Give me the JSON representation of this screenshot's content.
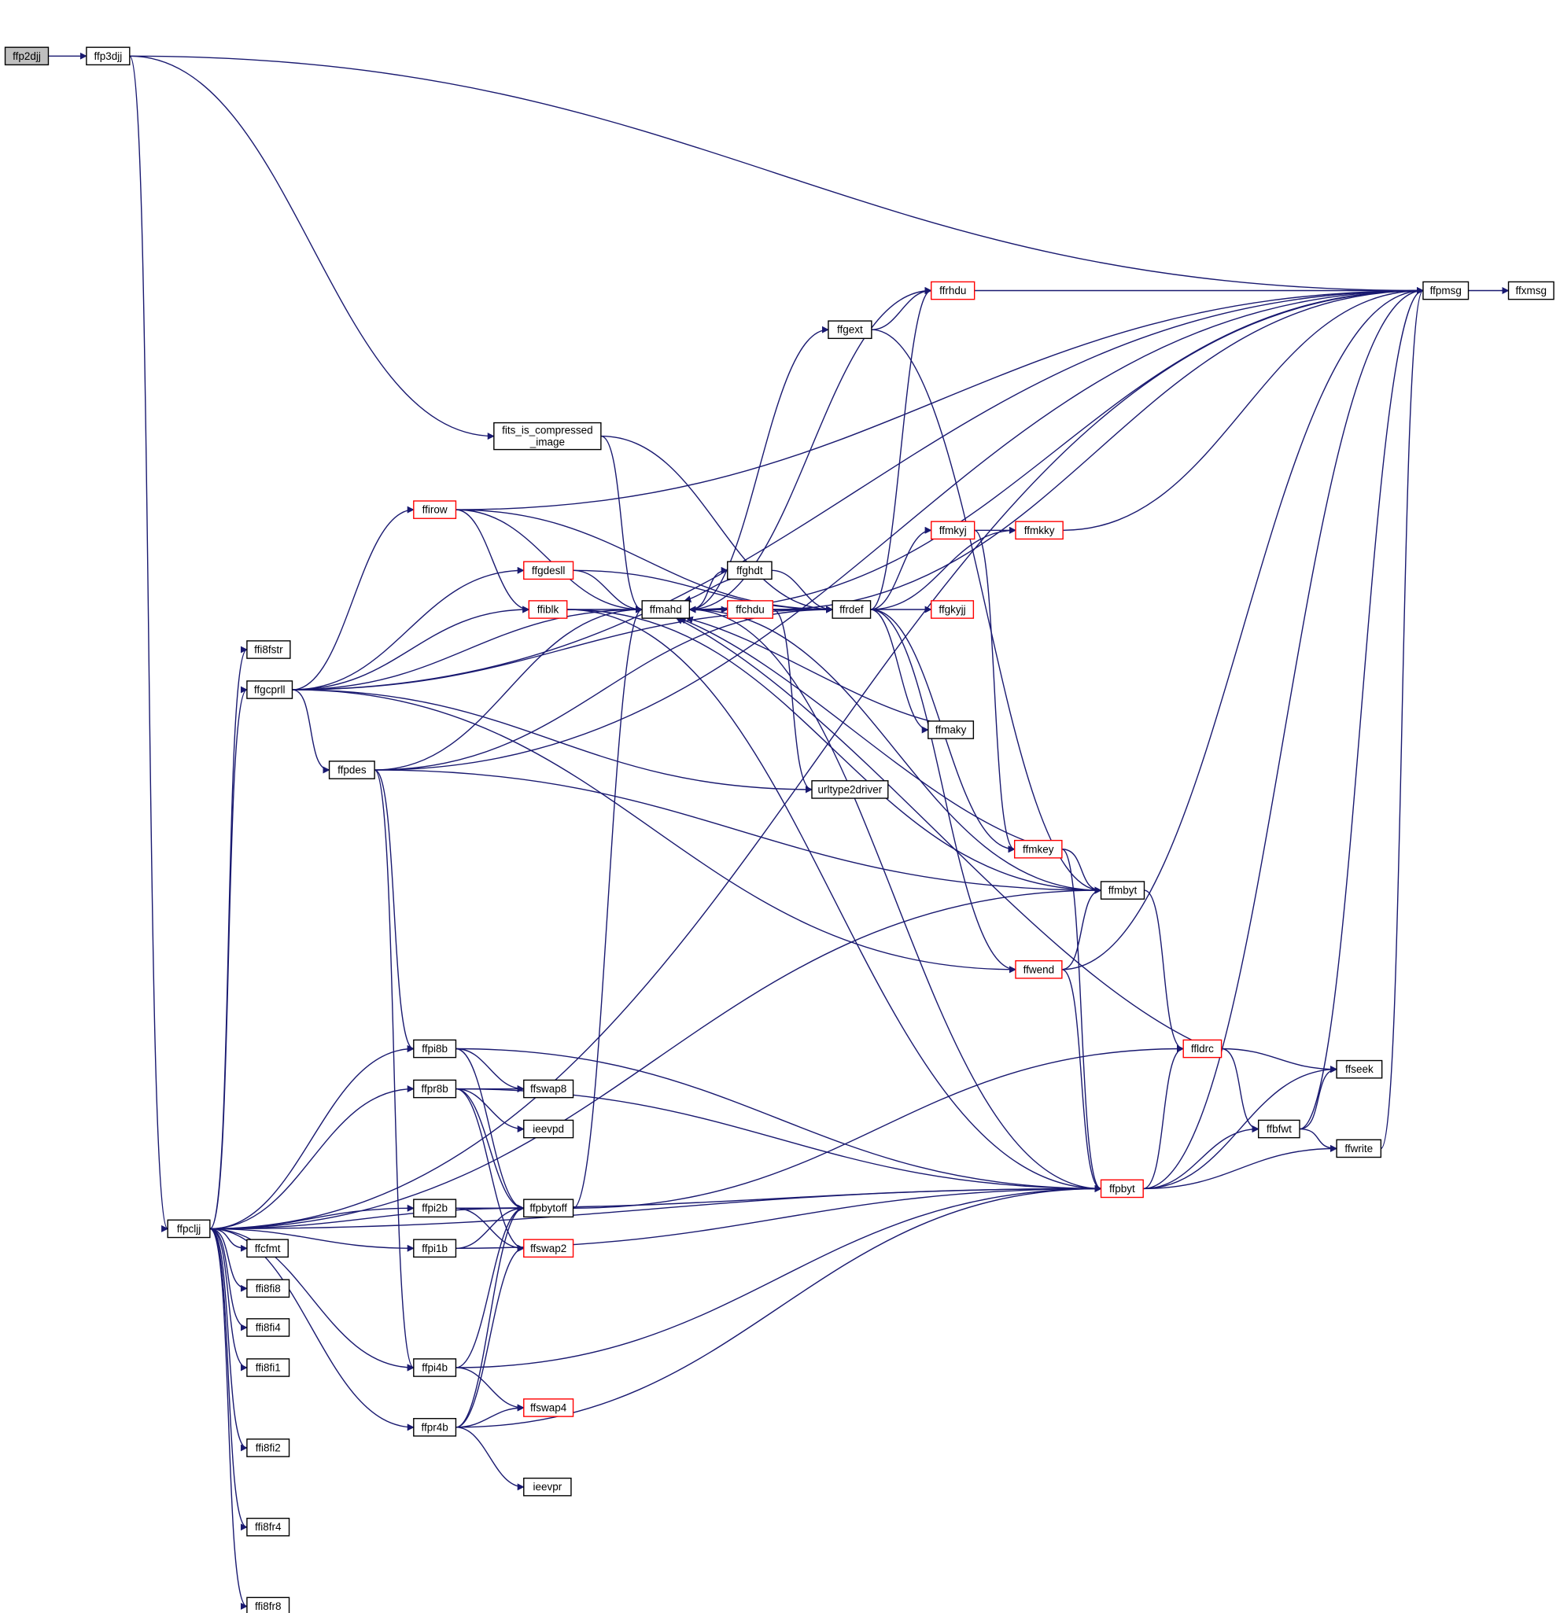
{
  "colors": {
    "edge": "#191970",
    "node_border": "#000000",
    "node_border_highlight": "#ff0000",
    "root_fill": "#bfbfbf",
    "background": "#ffffff"
  },
  "nodes": [
    {
      "id": "ffp2djj",
      "label": "ffp2djj",
      "root": true
    },
    {
      "id": "ffp3djj",
      "label": "ffp3djj"
    },
    {
      "id": "ffpmsg",
      "label": "ffpmsg"
    },
    {
      "id": "ffxmsg",
      "label": "ffxmsg"
    },
    {
      "id": "ffrhdu",
      "label": "ffrhdu",
      "highlight": true
    },
    {
      "id": "ffgext",
      "label": "ffgext"
    },
    {
      "id": "fits_is_compressed_image",
      "label": "fits_is_compressed",
      "label2": "_image"
    },
    {
      "id": "ffirow",
      "label": "ffirow",
      "highlight": true
    },
    {
      "id": "ffmkyj",
      "label": "ffmkyj",
      "highlight": true
    },
    {
      "id": "ffmkky",
      "label": "ffmkky",
      "highlight": true
    },
    {
      "id": "ffgdesll",
      "label": "ffgdesll",
      "highlight": true
    },
    {
      "id": "ffghdt",
      "label": "ffghdt"
    },
    {
      "id": "ffiblk",
      "label": "ffiblk",
      "highlight": true
    },
    {
      "id": "ffmahd",
      "label": "ffmahd"
    },
    {
      "id": "ffchdu",
      "label": "ffchdu",
      "highlight": true
    },
    {
      "id": "ffrdef",
      "label": "ffrdef"
    },
    {
      "id": "ffgkyjj",
      "label": "ffgkyjj",
      "highlight": true
    },
    {
      "id": "ffi8fstr",
      "label": "ffi8fstr"
    },
    {
      "id": "ffgcprll",
      "label": "ffgcprll"
    },
    {
      "id": "ffmaky",
      "label": "ffmaky"
    },
    {
      "id": "ffpdes",
      "label": "ffpdes"
    },
    {
      "id": "urltype2driver",
      "label": "urltype2driver"
    },
    {
      "id": "ffmkey",
      "label": "ffmkey",
      "highlight": true
    },
    {
      "id": "ffmbyt",
      "label": "ffmbyt"
    },
    {
      "id": "ffwend",
      "label": "ffwend",
      "highlight": true
    },
    {
      "id": "ffldrc",
      "label": "ffldrc",
      "highlight": true
    },
    {
      "id": "ffseek",
      "label": "ffseek"
    },
    {
      "id": "ffpi8b",
      "label": "ffpi8b"
    },
    {
      "id": "ffswap8",
      "label": "ffswap8"
    },
    {
      "id": "ffpr8b",
      "label": "ffpr8b"
    },
    {
      "id": "ieevpd",
      "label": "ieevpd"
    },
    {
      "id": "ffbfwt",
      "label": "ffbfwt"
    },
    {
      "id": "ffwrite",
      "label": "ffwrite"
    },
    {
      "id": "ffpbyt",
      "label": "ffpbyt",
      "highlight": true
    },
    {
      "id": "ffpi2b",
      "label": "ffpi2b"
    },
    {
      "id": "ffpbytoff",
      "label": "ffpbytoff"
    },
    {
      "id": "ffpclj",
      "label": "ffpcljj"
    },
    {
      "id": "ffcfmt",
      "label": "ffcfmt"
    },
    {
      "id": "ffpi1b",
      "label": "ffpi1b"
    },
    {
      "id": "ffswap2",
      "label": "ffswap2",
      "highlight": true
    },
    {
      "id": "ffi8fi8",
      "label": "ffi8fi8"
    },
    {
      "id": "ffi8fi4",
      "label": "ffi8fi4"
    },
    {
      "id": "ffi8fi1",
      "label": "ffi8fi1"
    },
    {
      "id": "ffpi4b",
      "label": "ffpi4b"
    },
    {
      "id": "ffswap4",
      "label": "ffswap4",
      "highlight": true
    },
    {
      "id": "ffpr4b",
      "label": "ffpr4b"
    },
    {
      "id": "ffi8fi2",
      "label": "ffi8fi2"
    },
    {
      "id": "ieevpr",
      "label": "ieevpr"
    },
    {
      "id": "ffi8fr4",
      "label": "ffi8fr4"
    },
    {
      "id": "ffi8fr8",
      "label": "ffi8fr8"
    }
  ],
  "edges": [
    [
      "ffp2djj",
      "ffp3djj"
    ],
    [
      "ffp3djj",
      "ffpmsg"
    ],
    [
      "ffp3djj",
      "fits_is_compressed_image"
    ],
    [
      "ffp3djj",
      "ffpclj"
    ],
    [
      "ffpmsg",
      "ffxmsg"
    ],
    [
      "ffrhdu",
      "ffpmsg"
    ],
    [
      "ffgext",
      "ffrhdu"
    ],
    [
      "ffgext",
      "ffmbyt"
    ],
    [
      "fits_is_compressed_image",
      "ffrdef"
    ],
    [
      "fits_is_compressed_image",
      "ffmahd"
    ],
    [
      "ffirow",
      "ffpmsg"
    ],
    [
      "ffirow",
      "ffrdef"
    ],
    [
      "ffirow",
      "ffmahd"
    ],
    [
      "ffirow",
      "ffiblk"
    ],
    [
      "ffmkyj",
      "ffmkky"
    ],
    [
      "ffmkyj",
      "ffmkey"
    ],
    [
      "ffmkky",
      "ffpmsg"
    ],
    [
      "ffgdesll",
      "ffrdef"
    ],
    [
      "ffgdesll",
      "ffmahd"
    ],
    [
      "ffghdt",
      "ffrdef"
    ],
    [
      "ffghdt",
      "ffmahd"
    ],
    [
      "ffiblk",
      "ffmahd"
    ],
    [
      "ffiblk",
      "ffmbyt"
    ],
    [
      "ffiblk",
      "ffpbyt"
    ],
    [
      "ffmahd",
      "ffrhdu"
    ],
    [
      "ffmahd",
      "ffpmsg"
    ],
    [
      "ffmahd",
      "ffgext"
    ],
    [
      "ffmahd",
      "ffghdt"
    ],
    [
      "ffmahd",
      "ffchdu"
    ],
    [
      "ffmahd",
      "ffrdef"
    ],
    [
      "ffmahd",
      "ffpbyt"
    ],
    [
      "ffmahd",
      "ffmbyt"
    ],
    [
      "ffchdu",
      "ffmahd"
    ],
    [
      "ffchdu",
      "ffrdef"
    ],
    [
      "ffchdu",
      "urltype2driver"
    ],
    [
      "ffchdu",
      "ffpmsg"
    ],
    [
      "ffrdef",
      "ffmahd"
    ],
    [
      "ffrdef",
      "ffrhdu"
    ],
    [
      "ffrdef",
      "ffmkyj"
    ],
    [
      "ffrdef",
      "ffmkky"
    ],
    [
      "ffrdef",
      "ffgkyjj"
    ],
    [
      "ffrdef",
      "ffmaky"
    ],
    [
      "ffrdef",
      "ffmkey"
    ],
    [
      "ffrdef",
      "ffwend"
    ],
    [
      "ffgcprll",
      "ffpmsg"
    ],
    [
      "ffgcprll",
      "ffirow"
    ],
    [
      "ffgcprll",
      "ffgdesll"
    ],
    [
      "ffgcprll",
      "ffiblk"
    ],
    [
      "ffgcprll",
      "ffmahd"
    ],
    [
      "ffgcprll",
      "ffrdef"
    ],
    [
      "ffgcprll",
      "ffpdes"
    ],
    [
      "ffgcprll",
      "urltype2driver"
    ],
    [
      "ffgcprll",
      "ffwend"
    ],
    [
      "ffmaky",
      "ffmahd"
    ],
    [
      "ffpdes",
      "ffpmsg"
    ],
    [
      "ffpdes",
      "ffmahd"
    ],
    [
      "ffpdes",
      "ffrdef"
    ],
    [
      "ffpdes",
      "ffmbyt"
    ],
    [
      "ffpdes",
      "ffpi8b"
    ],
    [
      "ffpdes",
      "ffpi4b"
    ],
    [
      "ffmkey",
      "ffmahd"
    ],
    [
      "ffmkey",
      "ffmbyt"
    ],
    [
      "ffmkey",
      "ffpbyt"
    ],
    [
      "ffmbyt",
      "ffldrc"
    ],
    [
      "ffwend",
      "ffmbyt"
    ],
    [
      "ffwend",
      "ffpmsg"
    ],
    [
      "ffwend",
      "ffpbyt"
    ],
    [
      "ffldrc",
      "ffmahd"
    ],
    [
      "ffldrc",
      "ffseek"
    ],
    [
      "ffldrc",
      "ffbfwt"
    ],
    [
      "ffpi8b",
      "ffswap8"
    ],
    [
      "ffpi8b",
      "ffpbytoff"
    ],
    [
      "ffpi8b",
      "ffpbyt"
    ],
    [
      "ffpr8b",
      "ffswap8"
    ],
    [
      "ffpr8b",
      "ieevpd"
    ],
    [
      "ffpr8b",
      "ffpbytoff"
    ],
    [
      "ffpr8b",
      "ffswap2"
    ],
    [
      "ffpr8b",
      "ffpbyt"
    ],
    [
      "ffbfwt",
      "ffseek"
    ],
    [
      "ffbfwt",
      "ffwrite"
    ],
    [
      "ffbfwt",
      "ffpmsg"
    ],
    [
      "ffwrite",
      "ffpmsg"
    ],
    [
      "ffpbyt",
      "ffldrc"
    ],
    [
      "ffpbyt",
      "ffseek"
    ],
    [
      "ffpbyt",
      "ffbfwt"
    ],
    [
      "ffpbyt",
      "ffwrite"
    ],
    [
      "ffpbyt",
      "ffpmsg"
    ],
    [
      "ffpi2b",
      "ffpbytoff"
    ],
    [
      "ffpi2b",
      "ffswap2"
    ],
    [
      "ffpi2b",
      "ffpbyt"
    ],
    [
      "ffpbytoff",
      "ffmahd"
    ],
    [
      "ffpbytoff",
      "ffldrc"
    ],
    [
      "ffpclj",
      "ffpmsg"
    ],
    [
      "ffpclj",
      "ffi8fstr"
    ],
    [
      "ffpclj",
      "ffgcprll"
    ],
    [
      "ffpclj",
      "ffmbyt"
    ],
    [
      "ffpclj",
      "ffpi8b"
    ],
    [
      "ffpclj",
      "ffpr8b"
    ],
    [
      "ffpclj",
      "ffpbytoff"
    ],
    [
      "ffpclj",
      "ffpi2b"
    ],
    [
      "ffpclj",
      "ffpi1b"
    ],
    [
      "ffpclj",
      "ffcfmt"
    ],
    [
      "ffpclj",
      "ffi8fi8"
    ],
    [
      "ffpclj",
      "ffi8fi4"
    ],
    [
      "ffpclj",
      "ffi8fi1"
    ],
    [
      "ffpclj",
      "ffpi4b"
    ],
    [
      "ffpclj",
      "ffi8fi2"
    ],
    [
      "ffpclj",
      "ffpr4b"
    ],
    [
      "ffpclj",
      "ffi8fr4"
    ],
    [
      "ffpclj",
      "ffi8fr8"
    ],
    [
      "ffpclj",
      "ffpbyt"
    ],
    [
      "ffpi1b",
      "ffpbytoff"
    ],
    [
      "ffpi1b",
      "ffpbyt"
    ],
    [
      "ffpi4b",
      "ffpbytoff"
    ],
    [
      "ffpi4b",
      "ffswap4"
    ],
    [
      "ffpi4b",
      "ffpbyt"
    ],
    [
      "ffpr4b",
      "ffpbytoff"
    ],
    [
      "ffpr4b",
      "ffswap2"
    ],
    [
      "ffpr4b",
      "ffswap4"
    ],
    [
      "ffpr4b",
      "ieevpr"
    ],
    [
      "ffpr4b",
      "ffpbyt"
    ]
  ]
}
